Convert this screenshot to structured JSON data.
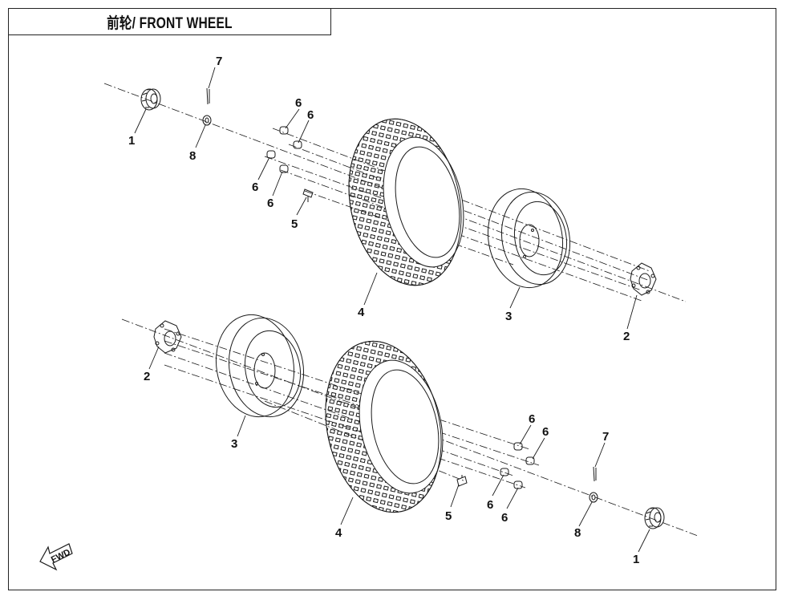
{
  "title": "前轮/ FRONT WHEEL",
  "direction_indicator": "FWD",
  "callouts": {
    "top": {
      "hub_nut": "1",
      "hub": "2",
      "rim": "3",
      "tire": "4",
      "valve": "5",
      "lug_nut_a": "6",
      "lug_nut_b": "6",
      "lug_nut_c": "6",
      "lug_nut_d": "6",
      "cotter_pin": "7",
      "castle_nut": "8"
    },
    "bottom": {
      "hub_nut": "1",
      "hub": "2",
      "rim": "3",
      "tire": "4",
      "valve": "5",
      "lug_nut_a": "6",
      "lug_nut_b": "6",
      "lug_nut_c": "6",
      "lug_nut_d": "6",
      "cotter_pin": "7",
      "castle_nut": "8"
    }
  },
  "colors": {
    "line": "#1a1a1a",
    "background": "#ffffff"
  }
}
